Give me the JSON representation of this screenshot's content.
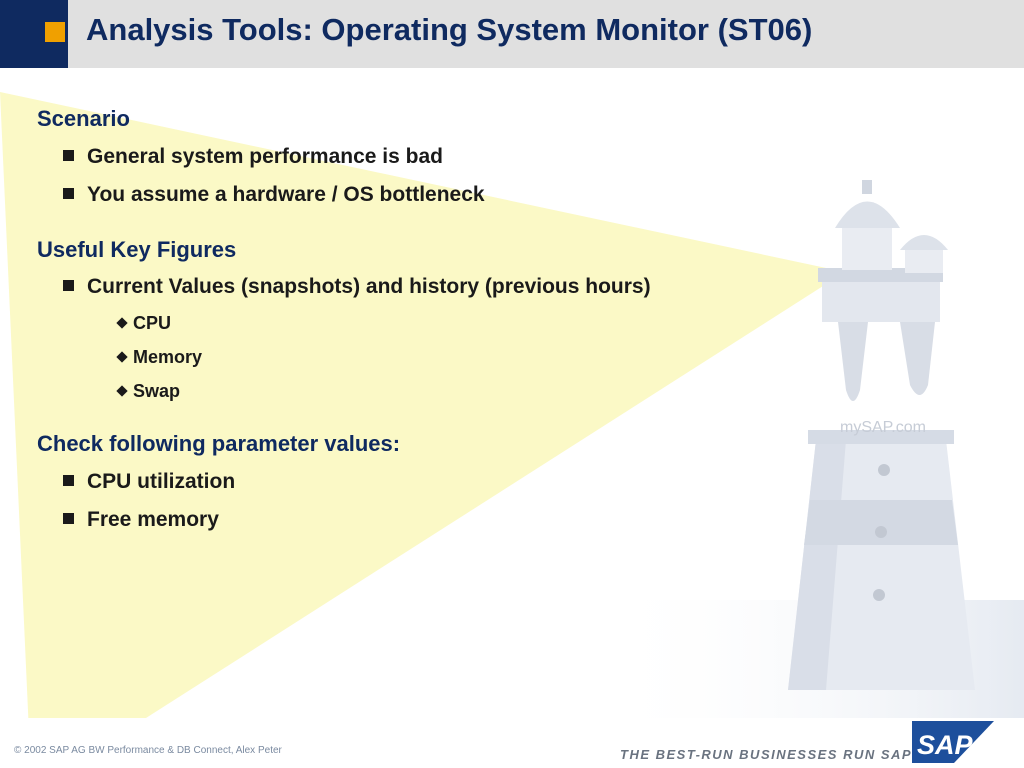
{
  "title": "Analysis Tools: Operating System Monitor (ST06)",
  "sections": [
    {
      "heading": "Scenario",
      "bullets": [
        "General system performance is bad",
        "You assume a hardware / OS bottleneck"
      ]
    },
    {
      "heading": "Useful Key Figures",
      "bullets": [
        "Current Values (snapshots) and history (previous hours)"
      ],
      "subbullets": [
        "CPU",
        "Memory",
        "Swap"
      ]
    },
    {
      "heading": "Check following parameter values:",
      "bullets": [
        "CPU utilization",
        "Free memory"
      ]
    }
  ],
  "footer": {
    "copyright": "©  2002 SAP AG  BW Performance & DB Connect, Alex Peter",
    "tagline": "THE BEST-RUN BUSINESSES RUN SAP",
    "logo_text": "SAP"
  },
  "lighthouse_sign": "mySAP.com",
  "colors": {
    "navy": "#0f2a60",
    "orange": "#f0a000",
    "yellow_beam": "#fbf9c6",
    "header_gray": "#e0e0e0"
  }
}
